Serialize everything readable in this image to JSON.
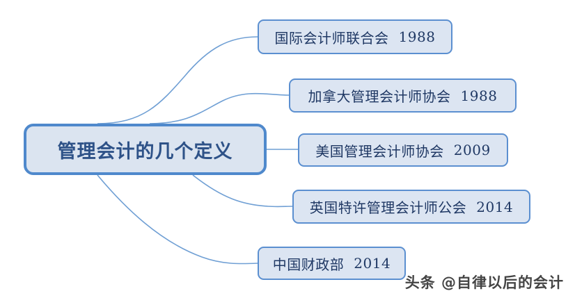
{
  "diagram": {
    "type": "mindmap",
    "title": "管理会计的几个定义",
    "background_color": "#ffffff",
    "node_fill_color": "#dce5f2",
    "node_border_color": "#5b8fd0",
    "root_border_color": "#4f89cc",
    "text_color": "#1f3864",
    "root_text_color": "#2e5288",
    "connector_color": "#6f9fd4",
    "root": {
      "label": "管理会计的几个定义"
    },
    "branches": [
      {
        "label": "国际会计师联合会",
        "year": "1988"
      },
      {
        "label": "加拿大管理会计师协会",
        "year": "1988"
      },
      {
        "label": "美国管理会计师协会",
        "year": "2009"
      },
      {
        "label": "英国特许管理会计师公会",
        "year": "2014"
      },
      {
        "label": "中国财政部",
        "year": "2014"
      }
    ]
  },
  "watermark": {
    "text": "头条 @自律以后的会计"
  }
}
